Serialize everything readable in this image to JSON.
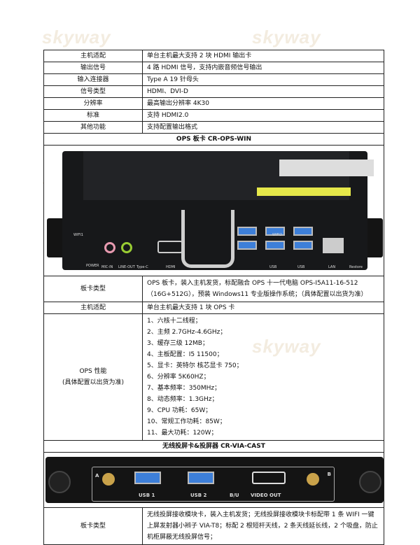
{
  "watermark": "skyway",
  "rows_top": [
    {
      "key": "主机适配",
      "value": "单台主机最大支持 2 块 HDMI 输出卡"
    },
    {
      "key": "输出信号",
      "value": "4 路 HDMI 信号，支持内嵌音频信号输出"
    },
    {
      "key": "输入连接器",
      "value": "Type A 19 针母头"
    },
    {
      "key": "信号类型",
      "value": "HDMI、DVI-D"
    },
    {
      "key": "分辨率",
      "value": "最高输出分辨率 4K30"
    },
    {
      "key": "标准",
      "value": "支持 HDMI2.0"
    },
    {
      "key": "其他功能",
      "value": "支持配置输出格式"
    }
  ],
  "ops": {
    "title": "OPS 板卡 CR-OPS-WIN",
    "photo_labels": {
      "wifi1": "WIFI1",
      "wifi2": "WIFI2",
      "power": "POWER",
      "mic": "MIC-IN",
      "lineout": "LINE-OUT",
      "typec": "Type-C",
      "hdmi": "HDMI",
      "usb": "USB",
      "lan": "LAN",
      "restore": "Restore"
    },
    "card_type_key": "板卡类型",
    "card_type_value": "OPS 板卡，装入主机发货，标配融合 OPS 十一代电脑 OPS-I5A11-16-512（16G+512G），预装 Windows11 专业版操作系统；（具体配置以出货为准）",
    "host_key": "主机适配",
    "host_value": "单台主机最大支持 1 块 OPS 卡",
    "perf_key": "OPS 性能",
    "perf_note": "(具体配置以出货为准)",
    "perf": [
      "1、六核十二线程；",
      "2、主频 2.7GHz-4.6GHz；",
      "3、缓存三级 12MB；",
      "4、主板配置：I5 11500；",
      "5、显卡：英特尔 核芯显卡 750；",
      "6、分辨率 5K60HZ；",
      "7、基本频率：350MHz；",
      "8、动态频率：1.3GHz；",
      "9、CPU 功耗：65W；",
      "10、常规工作功耗：85W；",
      "11、最大功耗：120W；"
    ]
  },
  "cast": {
    "title": "无线投屏卡&投屏器 CR-VIA-CAST",
    "photo_labels": {
      "a": "A",
      "b": "B",
      "usb1": "USB 1",
      "usb2": "USB 2",
      "bu": "B/U",
      "video": "VIDEO OUT"
    },
    "card_type_key": "板卡类型",
    "card_type_value": "无线投屏接收模块卡，装入主机发货；无线投屏接收模块卡标配带 1 条 WIFI 一键上屏发射器小辫子 VIA-T8；标配 2 根短杆天线，2 条天线延长线，2 个吸盘，防止机柜屏蔽无线投屏信号；"
  }
}
